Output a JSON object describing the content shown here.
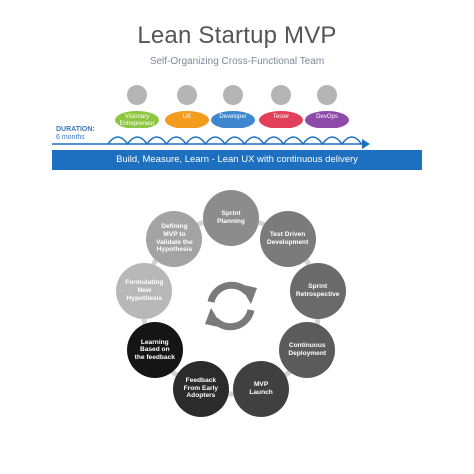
{
  "header": {
    "title": "Lean Startup MVP",
    "subtitle": "Self-Organizing Cross-Functional Team"
  },
  "team": [
    {
      "label": "Visionary\nEntrepreneur",
      "color": "#8dc640"
    },
    {
      "label": "UX",
      "color": "#f39c1e"
    },
    {
      "label": "Developer",
      "color": "#3f86d0"
    },
    {
      "label": "Tester",
      "color": "#e23f5a"
    },
    {
      "label": "DevOps",
      "color": "#8e4aa8"
    }
  ],
  "timeline": {
    "duration_label": "DURATION:",
    "duration_value": "6 months"
  },
  "banner": {
    "text": "Build, Measure, Learn - Lean UX with continuous delivery"
  },
  "cycle": {
    "center_icon": "refresh-cycle-icon",
    "steps": [
      {
        "label": "Sprint\nPlanning",
        "color": "#8c8c8c"
      },
      {
        "label": "Test Driven\nDevelopment",
        "color": "#7b7b7b"
      },
      {
        "label": "Sprint\nRetrospective",
        "color": "#6a6a6a"
      },
      {
        "label": "Continuous\nDeployment",
        "color": "#5b5b5b"
      },
      {
        "label": "MVP\nLaunch",
        "color": "#404040"
      },
      {
        "label": "Feedback\nFrom Early\nAdopters",
        "color": "#2b2b2b"
      },
      {
        "label": "Learning\nBased on\nthe feedback",
        "color": "#151515"
      },
      {
        "label": "Formulating\nNew\nHypothesis",
        "color": "#b8b8b8"
      },
      {
        "label": "Defining\nMVP to\nValidate the\nHypothesis",
        "color": "#a3a3a3"
      }
    ]
  }
}
